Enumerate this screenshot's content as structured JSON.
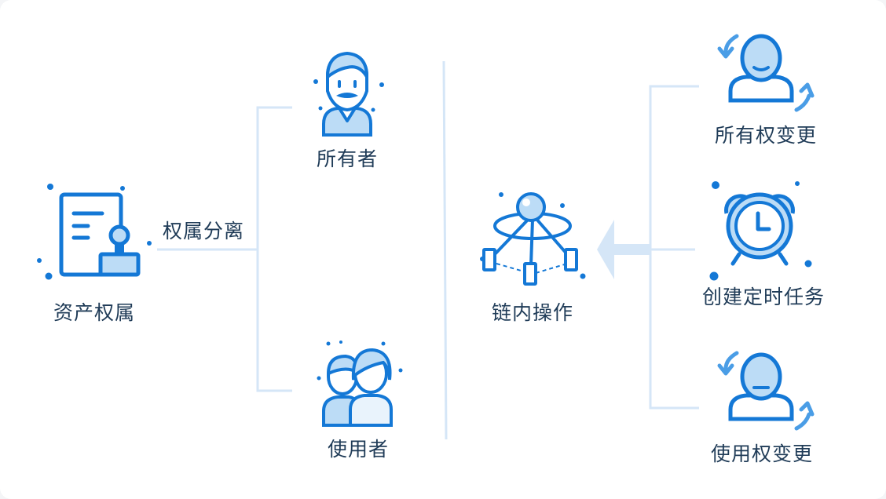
{
  "labels": {
    "asset_ownership": "资产权属",
    "ownership_separation": "权属分离",
    "owner": "所有者",
    "user": "使用者",
    "onchain_operation": "链内操作",
    "ownership_change": "所有权变更",
    "create_timed_task": "创建定时任务",
    "usage_right_change": "使用权变更"
  },
  "icons": {
    "asset_ownership": "document-stamp-icon",
    "owner": "owner-person-icon",
    "user": "user-pair-icon",
    "onchain_operation": "network-node-icon",
    "ownership_change": "person-rotate-icon",
    "create_timed_task": "alarm-clock-icon",
    "usage_right_change": "person-rotate-icon"
  },
  "colors": {
    "primary": "#1478d6",
    "light": "#b5d4f2",
    "pale": "#e2effb",
    "fill": "#bcdcf6",
    "text": "#1f3b57"
  }
}
